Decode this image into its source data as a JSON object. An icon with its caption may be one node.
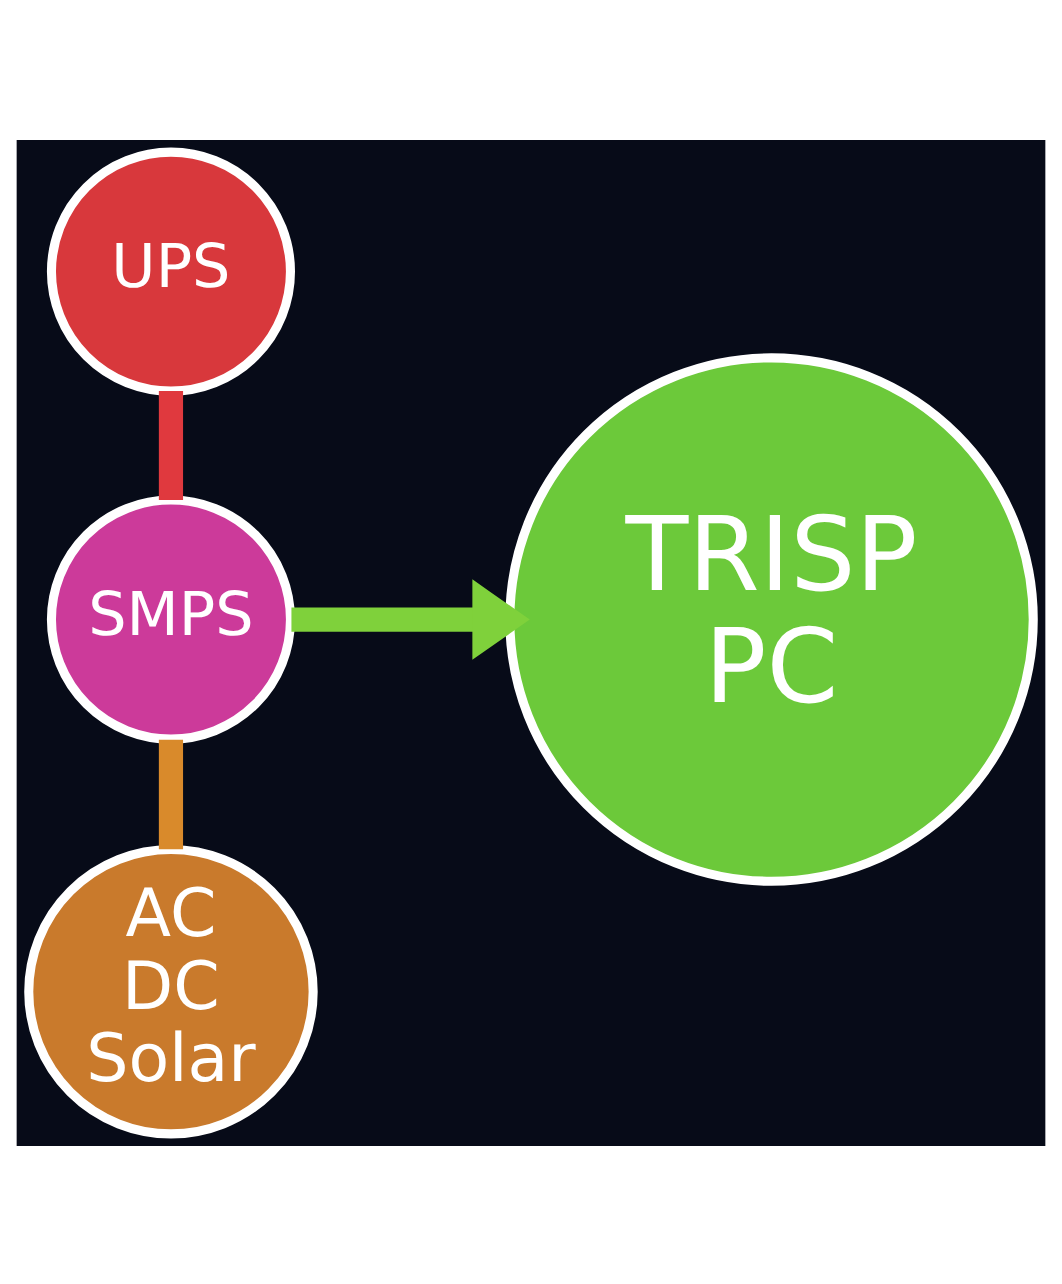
{
  "diagram": {
    "nodes": [
      {
        "text": [
          "UPS"
        ]
      },
      {
        "text": [
          "SMPS"
        ]
      },
      {
        "text": [
          "AC DC Solar"
        ]
      },
      {
        "text": [
          "TRISP PC"
        ]
      }
    ],
    "edges": [
      {
        "from": 0,
        "to": 1,
        "arrow": "none",
        "color": "#e0393e"
      },
      {
        "from": 1,
        "to": 2,
        "arrow": "none",
        "color": "#d98a2b"
      },
      {
        "from": 1,
        "to": 3,
        "arrow": "to",
        "color": "#7fd13b"
      }
    ]
  }
}
